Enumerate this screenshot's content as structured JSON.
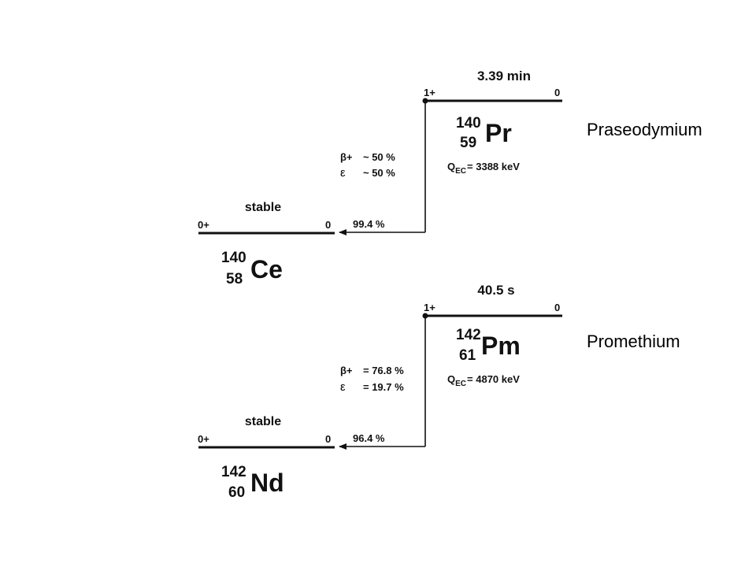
{
  "diagram": {
    "decays": [
      {
        "element_name": "Praseodymium",
        "parent": {
          "mass": "140",
          "atomic_number": "59",
          "symbol": "Pr",
          "half_life": "3.39 min",
          "spin_parity": "1+",
          "level_energy": "0",
          "q_label": "Q",
          "q_subscript": "EC",
          "q_value": "= 3388 keV"
        },
        "modes": [
          {
            "symbol": "β+",
            "value": "~ 50 %"
          },
          {
            "symbol": "ε",
            "value": "~ 50 %"
          }
        ],
        "branch": "99.4 %",
        "daughter": {
          "mass": "140",
          "atomic_number": "58",
          "symbol": "Ce",
          "half_life": "stable",
          "spin_parity": "0+",
          "level_energy": "0"
        }
      },
      {
        "element_name": "Promethium",
        "parent": {
          "mass": "142",
          "atomic_number": "61",
          "symbol": "Pm",
          "half_life": "40.5 s",
          "spin_parity": "1+",
          "level_energy": "0",
          "q_label": "Q",
          "q_subscript": "EC",
          "q_value": "= 4870 keV"
        },
        "modes": [
          {
            "symbol": "β+",
            "value": "= 76.8 %"
          },
          {
            "symbol": "ε",
            "value": "= 19.7 %"
          }
        ],
        "branch": "96.4 %",
        "daughter": {
          "mass": "142",
          "atomic_number": "60",
          "symbol": "Nd",
          "half_life": "stable",
          "spin_parity": "0+",
          "level_energy": "0"
        }
      }
    ]
  }
}
